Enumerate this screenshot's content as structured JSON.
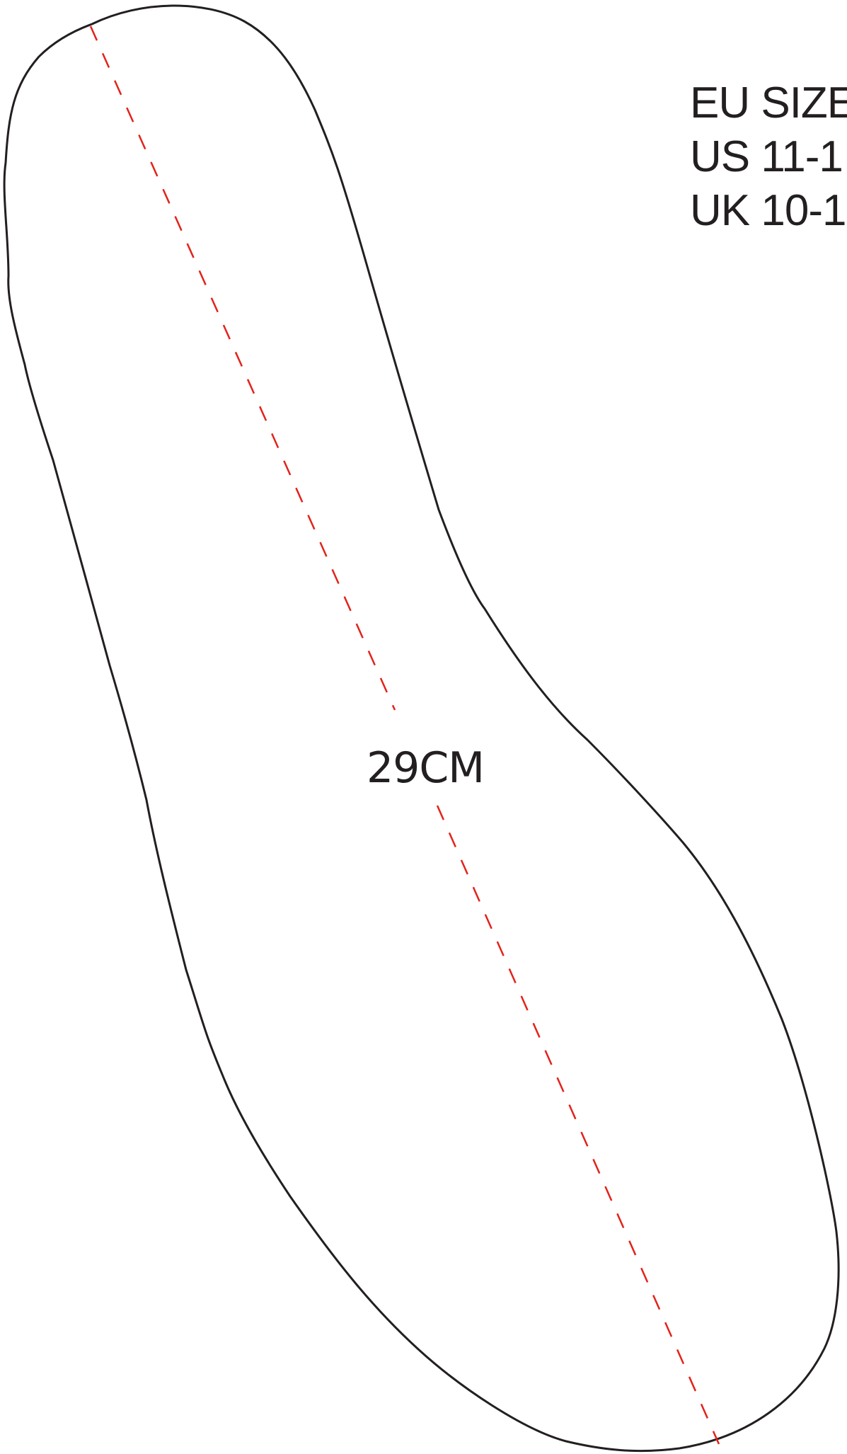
{
  "size_chart": {
    "eu": "EU SIZE",
    "us": "US 11-1",
    "uk": "UK 10-1"
  },
  "measurement": {
    "length_label": "29CM"
  },
  "colors": {
    "outline": "#231f20",
    "measure_line": "#e2231a",
    "background": "#ffffff"
  }
}
